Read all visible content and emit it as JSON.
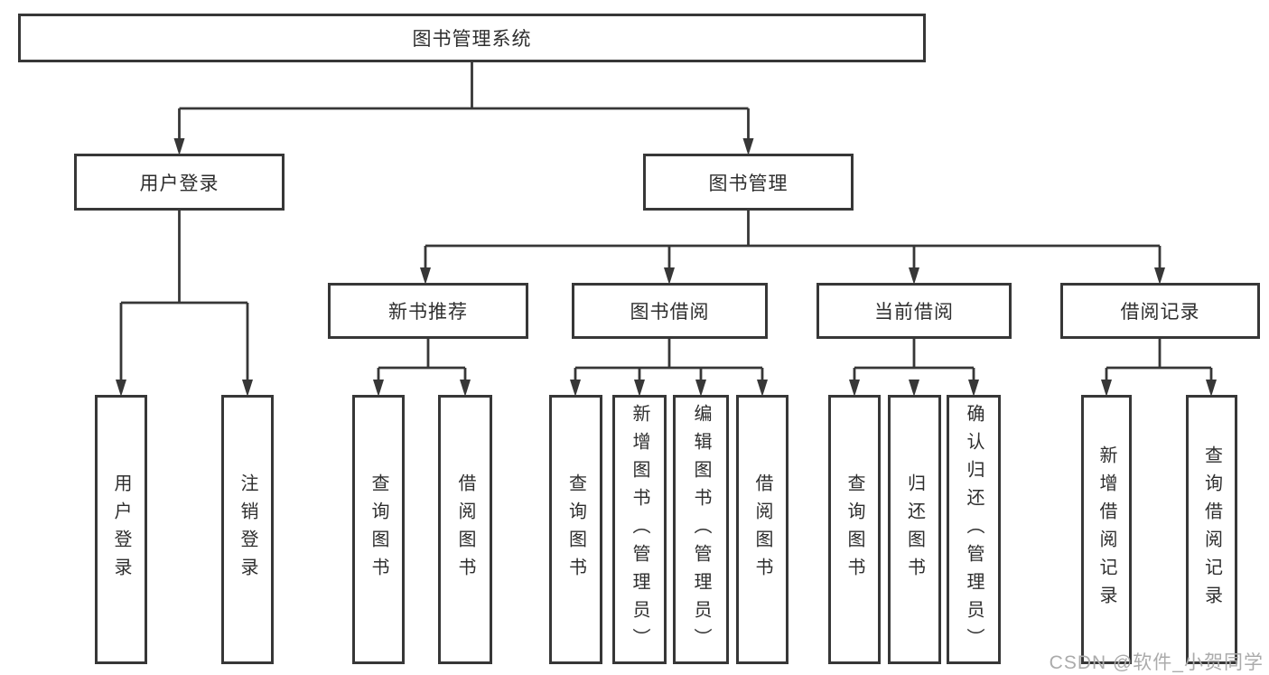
{
  "diagram": {
    "root": {
      "label": "图书管理系统"
    },
    "level2": [
      {
        "id": "user-login",
        "label": "用户登录",
        "parent": "图书管理系统"
      },
      {
        "id": "book-management",
        "label": "图书管理",
        "parent": "图书管理系统"
      }
    ],
    "level3": [
      {
        "id": "new-book-recommend",
        "label": "新书推荐",
        "parent": "图书管理"
      },
      {
        "id": "book-borrowing",
        "label": "图书借阅",
        "parent": "图书管理"
      },
      {
        "id": "current-borrowing",
        "label": "当前借阅",
        "parent": "图书管理"
      },
      {
        "id": "borrow-records",
        "label": "借阅记录",
        "parent": "图书管理"
      }
    ],
    "leaves": [
      {
        "label": "用户登录",
        "parent": "用户登录"
      },
      {
        "label": "注销登录",
        "parent": "用户登录"
      },
      {
        "label": "查询图书",
        "parent": "新书推荐"
      },
      {
        "label": "借阅图书",
        "parent": "新书推荐"
      },
      {
        "label": "查询图书",
        "parent": "图书借阅"
      },
      {
        "label": "新增图书（管理员）",
        "parent": "图书借阅"
      },
      {
        "label": "编辑图书（管理员）",
        "parent": "图书借阅"
      },
      {
        "label": "借阅图书",
        "parent": "图书借阅"
      },
      {
        "label": "查询图书",
        "parent": "当前借阅"
      },
      {
        "label": "归还图书",
        "parent": "当前借阅"
      },
      {
        "label": "确认归还（管理员）",
        "parent": "当前借阅"
      },
      {
        "label": "新增借阅记录",
        "parent": "借阅记录"
      },
      {
        "label": "查询借阅记录",
        "parent": "借阅记录"
      }
    ],
    "colors": {
      "line": "#373737",
      "box_border": "#373737",
      "text": "#2e2e2e",
      "watermark": "#ababab",
      "background": "#ffffff"
    }
  },
  "watermark": {
    "text": "CSDN @软件_小贺同学"
  }
}
